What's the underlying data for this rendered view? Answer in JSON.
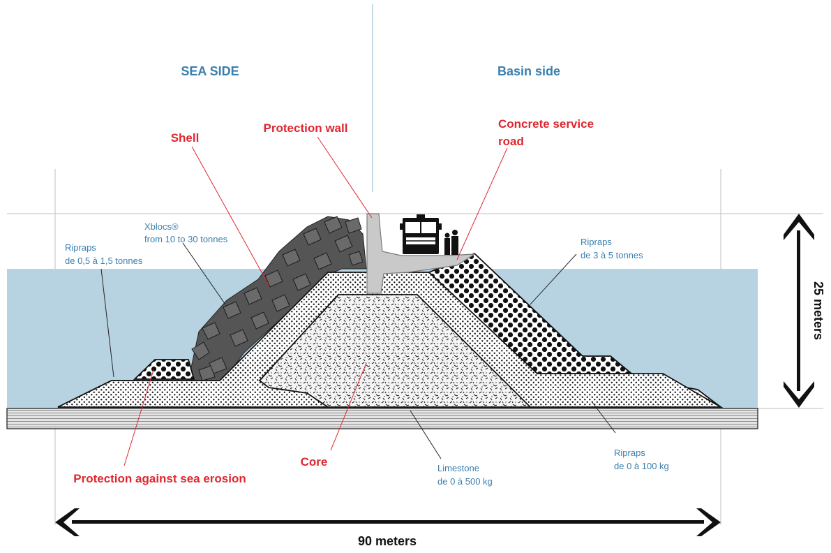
{
  "headings": {
    "sea_side": "SEA SIDE",
    "basin_side": "Basin side"
  },
  "callouts": {
    "shell": "Shell",
    "protection_wall": "Protection wall",
    "concrete_service_road_line1": "Concrete service",
    "concrete_service_road_line2": "road",
    "core": "Core",
    "protection_against_sea_erosion": "Protection against sea erosion"
  },
  "materials": {
    "xblocs_line1": "Xblocs®",
    "xblocs_line2": "from 10 to 30 tonnes",
    "riprap_sea_line1": "Ripraps",
    "riprap_sea_line2": "de 0,5 à 1,5 tonnes",
    "riprap_basin_line1": "Ripraps",
    "riprap_basin_line2": "de 3 à 5 tonnes",
    "limestone_line1": "Limestone",
    "limestone_line2": "de 0 à 500 kg",
    "riprap_small_line1": "Ripraps",
    "riprap_small_line2": "de 0 à 100 kg"
  },
  "dimensions": {
    "width": "90 meters",
    "height": "25 meters"
  },
  "colors": {
    "water": "#b7d3e1",
    "heading_blue": "#3a7fae",
    "callout_red": "#e0262f",
    "concrete": "#c9c9c9",
    "xbloc": "#555555"
  }
}
